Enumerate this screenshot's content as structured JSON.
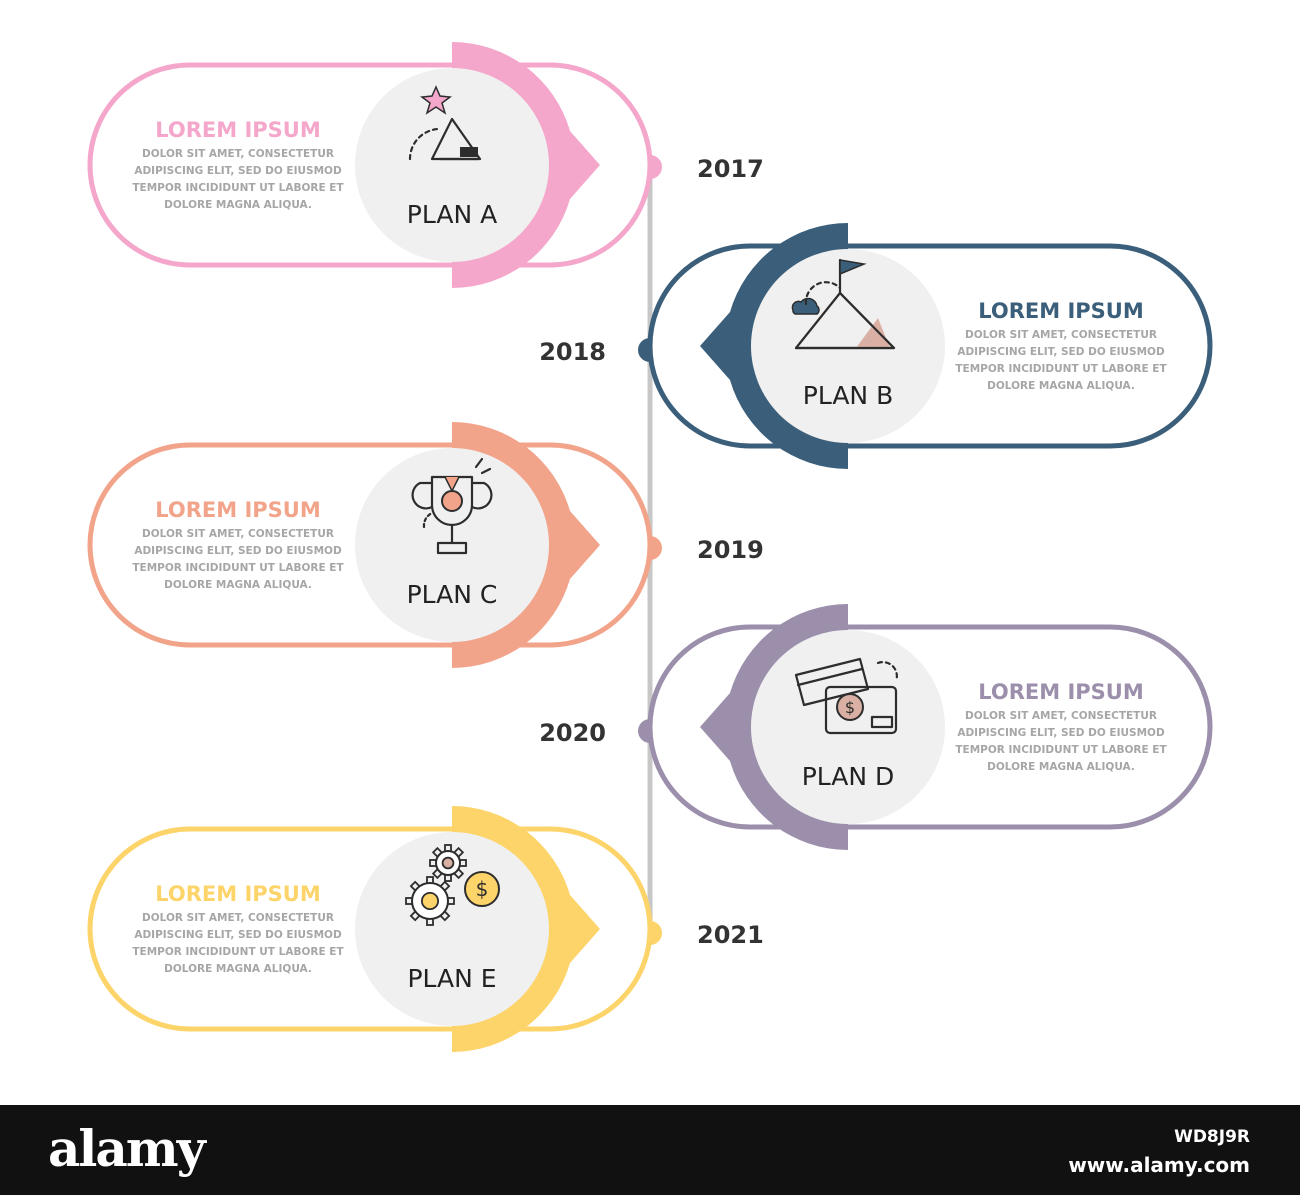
{
  "timeline": {
    "axis_color": "#c7c7c7",
    "items": [
      {
        "year": "2017",
        "plan": "PLAN A",
        "title": "LOREM IPSUM",
        "body": [
          "DOLOR SIT AMET, CONSECTETUR",
          "ADIPISCING ELIT, SED DO EIUSMOD",
          "TEMPOR INCIDIDUNT UT LABORE ET",
          "DOLORE MAGNA ALIQUA."
        ],
        "color": "#f4a7cb",
        "side": "left",
        "icon": "mountain-star-icon"
      },
      {
        "year": "2018",
        "plan": "PLAN B",
        "title": "LOREM IPSUM",
        "body": [
          "DOLOR SIT AMET, CONSECTETUR",
          "ADIPISCING ELIT, SED DO EIUSMOD",
          "TEMPOR INCIDIDUNT UT LABORE ET",
          "DOLORE MAGNA ALIQUA."
        ],
        "color": "#3b5f7a",
        "side": "right",
        "icon": "mountain-flag-icon"
      },
      {
        "year": "2019",
        "plan": "PLAN C",
        "title": "LOREM IPSUM",
        "body": [
          "DOLOR SIT AMET, CONSECTETUR",
          "ADIPISCING ELIT, SED DO EIUSMOD",
          "TEMPOR INCIDIDUNT UT LABORE ET",
          "DOLORE MAGNA ALIQUA."
        ],
        "color": "#f2a48a",
        "side": "left",
        "icon": "trophy-medal-icon"
      },
      {
        "year": "2020",
        "plan": "PLAN D",
        "title": "LOREM IPSUM",
        "body": [
          "DOLOR SIT AMET, CONSECTETUR",
          "ADIPISCING ELIT, SED DO EIUSMOD",
          "TEMPOR INCIDIDUNT UT LABORE ET",
          "DOLORE MAGNA ALIQUA."
        ],
        "color": "#9b8fab",
        "side": "right",
        "icon": "money-cards-icon"
      },
      {
        "year": "2021",
        "plan": "PLAN E",
        "title": "LOREM IPSUM",
        "body": [
          "DOLOR SIT AMET, CONSECTETUR",
          "ADIPISCING ELIT, SED DO EIUSMOD",
          "TEMPOR INCIDIDUNT UT LABORE ET",
          "DOLORE MAGNA ALIQUA."
        ],
        "color": "#fdd46a",
        "side": "left",
        "icon": "gears-coin-icon"
      }
    ]
  },
  "watermark": {
    "logo": "alamy",
    "image_id": "WD8J9R",
    "site": "www.alamy.com"
  }
}
